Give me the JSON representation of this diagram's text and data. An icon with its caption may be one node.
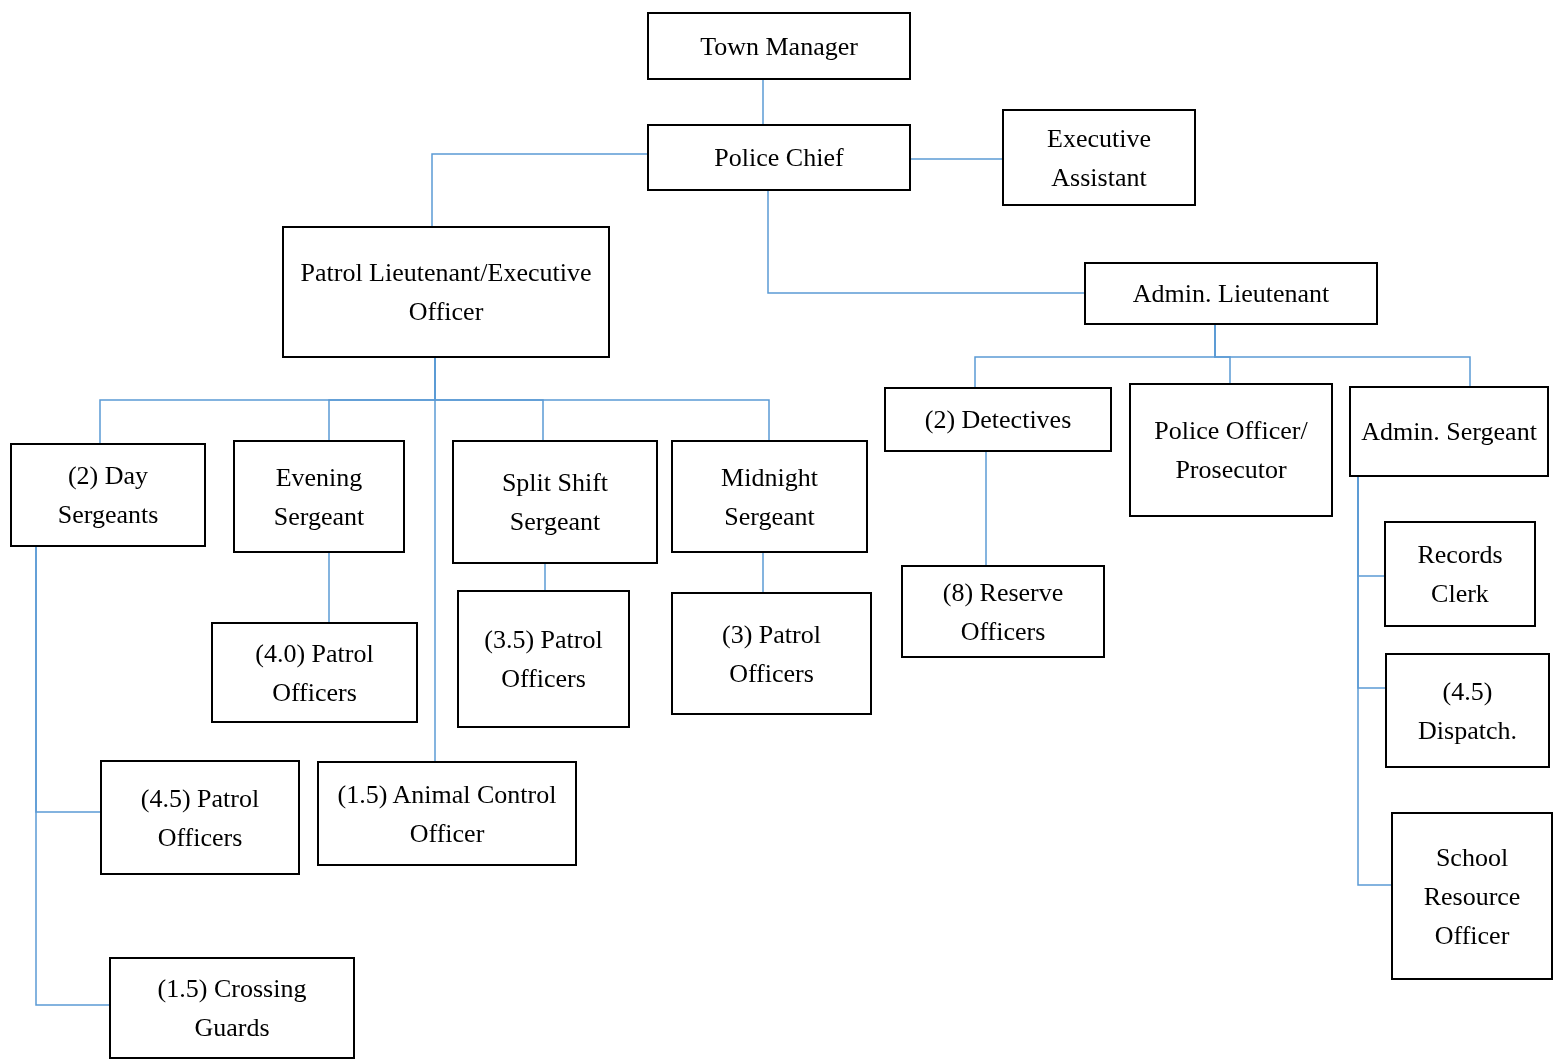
{
  "diagram": {
    "nodes": [
      {
        "text": [
          "Town Manager"
        ]
      },
      {
        "text": [
          "Police Chief"
        ]
      },
      {
        "text": [
          "Executive Assistant"
        ]
      },
      {
        "text": [
          "Patrol Lieutenant/Executive Officer"
        ]
      },
      {
        "text": [
          "Admin. Lieutenant"
        ]
      },
      {
        "text": [
          "(2) Day Sergeants"
        ]
      },
      {
        "text": [
          "Evening Sergeant"
        ]
      },
      {
        "text": [
          "Split Shift Sergeant"
        ]
      },
      {
        "text": [
          "Midnight Sergeant"
        ]
      },
      {
        "text": [
          "(2) Detectives"
        ]
      },
      {
        "text": [
          "Police Officer/ Prosecutor"
        ]
      },
      {
        "text": [
          "Admin. Sergeant"
        ]
      },
      {
        "text": [
          "(4.0) Patrol Officers"
        ]
      },
      {
        "text": [
          "(3.5) Patrol Officers"
        ]
      },
      {
        "text": [
          "(3) Patrol Officers"
        ]
      },
      {
        "text": [
          "(8) Reserve Officers"
        ]
      },
      {
        "text": [
          "Records Clerk"
        ]
      },
      {
        "text": [
          "(4.5) Dispatch."
        ]
      },
      {
        "text": [
          "(4.5) Patrol Officers"
        ]
      },
      {
        "text": [
          "(1.5) Animal Control Officer"
        ]
      },
      {
        "text": [
          "School Resource Officer"
        ]
      },
      {
        "text": [
          "(1.5) Crossing Guards"
        ]
      }
    ],
    "edges": [
      {
        "from": 0,
        "to": 1,
        "arrow": "none"
      },
      {
        "from": 1,
        "to": 2,
        "arrow": "none"
      },
      {
        "from": 1,
        "to": 3,
        "arrow": "none"
      },
      {
        "from": 1,
        "to": 4,
        "arrow": "none"
      },
      {
        "from": 3,
        "to": 5,
        "arrow": "none"
      },
      {
        "from": 3,
        "to": 6,
        "arrow": "none"
      },
      {
        "from": 3,
        "to": 7,
        "arrow": "none"
      },
      {
        "from": 3,
        "to": 8,
        "arrow": "none"
      },
      {
        "from": 3,
        "to": 19,
        "arrow": "none"
      },
      {
        "from": 4,
        "to": 9,
        "arrow": "none"
      },
      {
        "from": 4,
        "to": 10,
        "arrow": "none"
      },
      {
        "from": 4,
        "to": 11,
        "arrow": "none"
      },
      {
        "from": 5,
        "to": 18,
        "arrow": "none"
      },
      {
        "from": 5,
        "to": 21,
        "arrow": "none"
      },
      {
        "from": 6,
        "to": 12,
        "arrow": "none"
      },
      {
        "from": 7,
        "to": 13,
        "arrow": "none"
      },
      {
        "from": 8,
        "to": 14,
        "arrow": "none"
      },
      {
        "from": 9,
        "to": 15,
        "arrow": "none"
      },
      {
        "from": 11,
        "to": 16,
        "arrow": "none"
      },
      {
        "from": 11,
        "to": 17,
        "arrow": "none"
      },
      {
        "from": 11,
        "to": 20,
        "arrow": "none"
      }
    ]
  }
}
